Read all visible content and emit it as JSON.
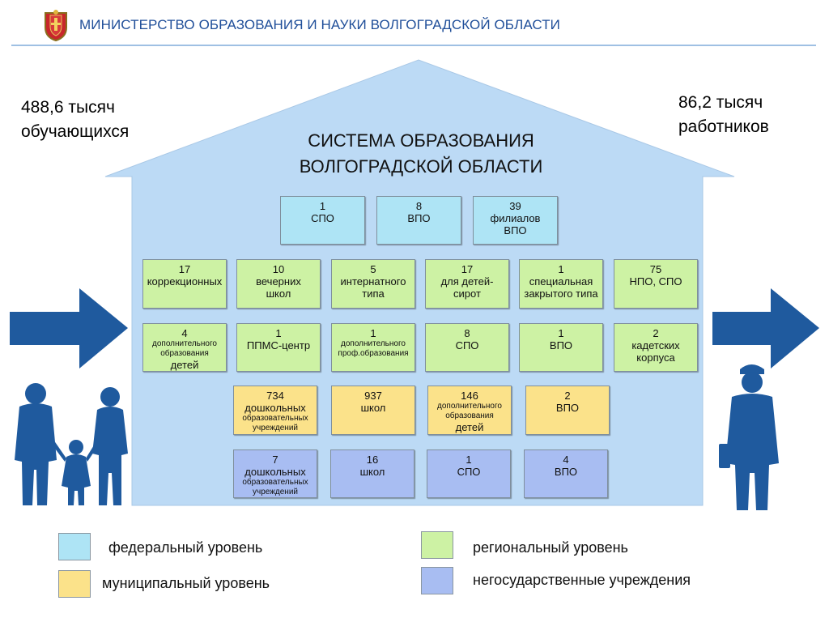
{
  "header": {
    "title": "МИНИСТЕРСТВО ОБРАЗОВАНИЯ И НАУКИ ВОЛГОГРАДСКОЙ ОБЛАСТИ"
  },
  "left_stat": {
    "line1": "488,6 тысяч",
    "line2": "обучающихся"
  },
  "right_stat": {
    "line1": "86,2 тысяч",
    "line2": "работников"
  },
  "house_title": {
    "line1": "СИСТЕМА ОБРАЗОВАНИЯ",
    "line2": "ВОЛГОГРАДСКОЙ ОБЛАСТИ"
  },
  "rows": {
    "federal": [
      {
        "num": "1",
        "lines": [
          "СПО"
        ]
      },
      {
        "num": "8",
        "lines": [
          "ВПО"
        ]
      },
      {
        "num": "39",
        "lines": [
          "филиалов",
          "ВПО"
        ]
      }
    ],
    "regional_1": [
      {
        "num": "17",
        "lines": [
          "коррекционных"
        ]
      },
      {
        "num": "10",
        "lines": [
          "вечерних",
          "школ"
        ]
      },
      {
        "num": "5",
        "lines": [
          "интернатного",
          "типа"
        ]
      },
      {
        "num": "17",
        "lines": [
          "для детей-",
          "сирот"
        ]
      },
      {
        "num": "1",
        "lines": [
          "специальная",
          "закрытого типа"
        ]
      },
      {
        "num": "75",
        "lines": [
          "НПО, СПО"
        ]
      }
    ],
    "regional_2": [
      {
        "num": "4",
        "lines": [
          "дополнительного",
          "образования",
          "детей"
        ]
      },
      {
        "num": "1",
        "lines": [
          "ППМС-центр"
        ]
      },
      {
        "num": "1",
        "lines": [
          "дополнительного",
          "проф.образования"
        ]
      },
      {
        "num": "8",
        "lines": [
          "СПО"
        ]
      },
      {
        "num": "1",
        "lines": [
          "ВПО"
        ]
      },
      {
        "num": "2",
        "lines": [
          "кадетских",
          "корпуса"
        ]
      }
    ],
    "municipal": [
      {
        "num": "734",
        "lines": [
          "дошкольных",
          "образовательных",
          "учреждений"
        ]
      },
      {
        "num": "937",
        "lines": [
          "школ"
        ]
      },
      {
        "num": "146",
        "lines": [
          "дополнительного",
          "образования",
          "детей"
        ]
      },
      {
        "num": "2",
        "lines": [
          "ВПО"
        ]
      }
    ],
    "nongov": [
      {
        "num": "7",
        "lines": [
          "дошкольных",
          "образовательных",
          "учреждений"
        ]
      },
      {
        "num": "16",
        "lines": [
          "школ"
        ]
      },
      {
        "num": "1",
        "lines": [
          "СПО"
        ]
      },
      {
        "num": "4",
        "lines": [
          "ВПО"
        ]
      }
    ]
  },
  "legend": {
    "federal": "федеральный уровень",
    "regional": "региональный уровень",
    "municipal": "муниципальный уровень",
    "nongov": "негосударственные учреждения"
  },
  "colors": {
    "federal": "#aee4f5",
    "regional": "#cdf2a4",
    "municipal": "#fbe28a",
    "nongov": "#a8bdf2",
    "house": "#bcdaf5",
    "arrow": "#1f5a9e",
    "people": "#1f5a9e",
    "header_text": "#1f4e99"
  },
  "icons": {
    "emblem": "volgograd-coat-of-arms-icon",
    "left_arrow": "arrow-right-icon",
    "right_arrow": "arrow-right-icon",
    "family": "family-silhouette-icon",
    "worker": "worker-silhouette-icon"
  }
}
